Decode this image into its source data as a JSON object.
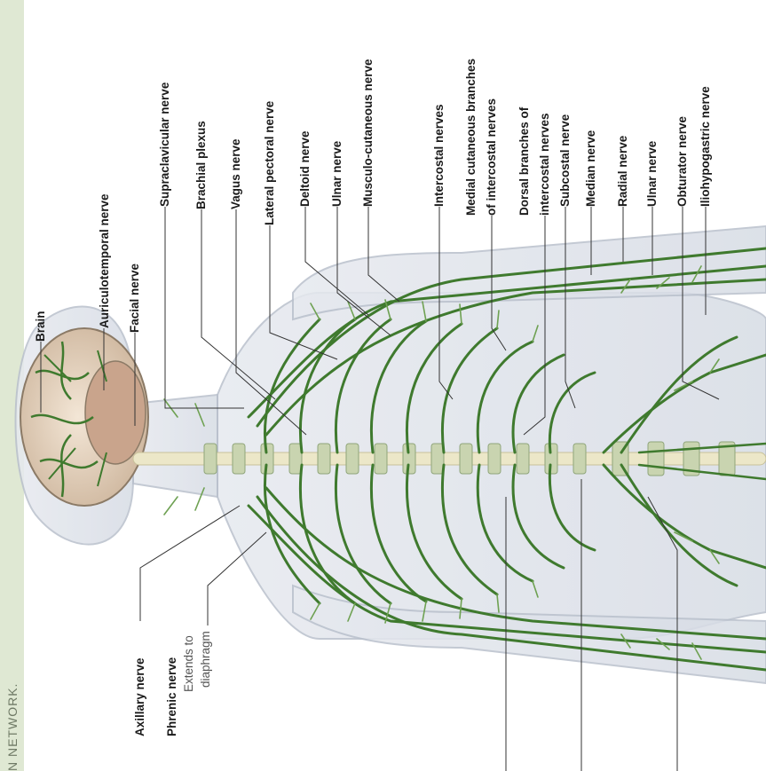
{
  "sidebar": {
    "caption": "N NETWORK."
  },
  "labels": {
    "brain": "Brain",
    "auriculotemporal_nerve": "Auriculotemporal nerve",
    "facial_nerve": "Facial nerve",
    "supraclavicular_nerve": "Supraclavicular nerve",
    "brachial_plexus": "Brachial plexus",
    "vagus_nerve": "Vagus nerve",
    "lateral_pectoral_nerve": "Lateral pectoral nerve",
    "deltoid_nerve": "Deltoid nerve",
    "ulnar_nerve_arm": "Ulnar nerve",
    "musculo_cutaneous_nerve": "Musculo-cutaneous nerve",
    "intercostal_nerves": "Intercostal nerves",
    "medial_cutaneous_line1": "Medial cutaneous branches",
    "medial_cutaneous_line2": "of intercostal nerves",
    "dorsal_branches_line1": "Dorsal branches of",
    "dorsal_branches_line2": "intercostal nerves",
    "subcostal_nerve": "Subcostal nerve",
    "median_nerve": "Median nerve",
    "radial_nerve": "Radial nerve",
    "ulnar_nerve_forearm": "Ulnar nerve",
    "obturator_nerve": "Obturator nerve",
    "iliohypogastric_nerve": "Iliohypogastric nerve",
    "axillary_nerve": "Axillary nerve",
    "phrenic_nerve": "Phrenic nerve",
    "phrenic_note_line1": "Extends to",
    "phrenic_note_line2": "diaphragm"
  },
  "colors": {
    "nerve": "#3f7a2e",
    "nerve_light": "#6ea152",
    "body_fill": "#dfe3ea",
    "body_outline": "#b9c0cc",
    "spine": "#ece7c8",
    "brain": "#e8d8c6",
    "sidebar": "#dfe8d3",
    "leader": "#333333"
  }
}
